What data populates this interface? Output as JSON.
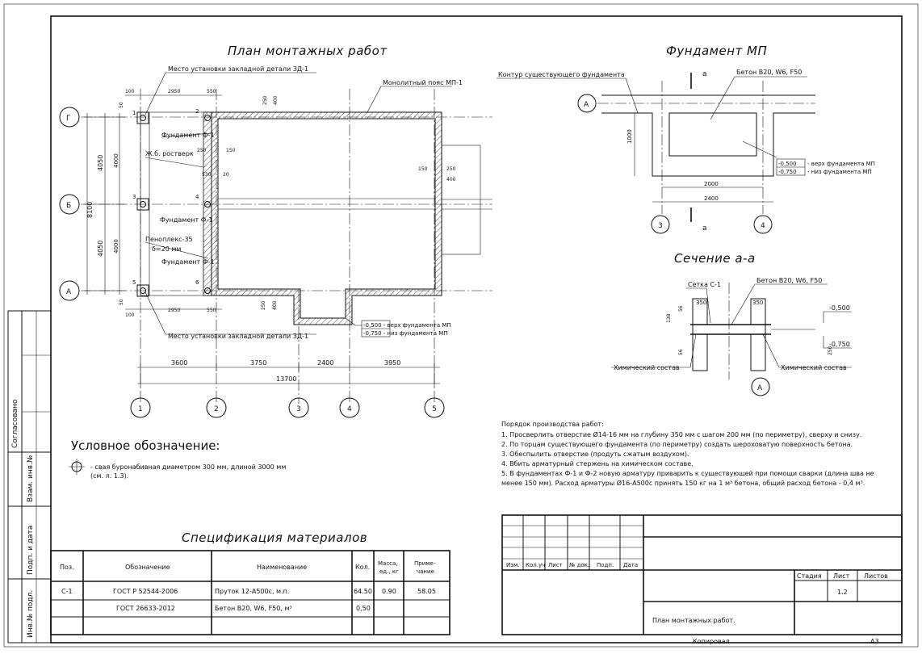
{
  "plan": {
    "title": "План монтажных работ",
    "embed_top": "Место установки закладной детали ЗД-1",
    "embed_bottom": "Место установки закладной детали ЗД-1",
    "belt": "Монолитный пояс МП-1",
    "fund_f1": "Фундамент Ф-1",
    "fund_f2": "Фундамент Ф-1",
    "fund_f3": "Фундамент Ф-1",
    "rostverk": "Ж.б. ростверк",
    "penoplex": "Пеноплекс-35",
    "penoplex_thk": "δ=20 мм",
    "top_note": "-0,500 - верх фундамента МП",
    "bot_note": "-0,750 - низ фундамента МП",
    "axes_letters": [
      "Г",
      "Б",
      "А"
    ],
    "axes_numbers": [
      "1",
      "2",
      "3",
      "4",
      "5"
    ],
    "dims_bottom": [
      "3600",
      "3750",
      "2400",
      "3950"
    ],
    "dim_total": "13700",
    "dims_left": [
      "4050",
      "4050"
    ],
    "dim_left_total": "8100",
    "dims_inner_left": [
      "4000",
      "4000"
    ],
    "small_dims": [
      "100",
      "2950",
      "550",
      "50",
      "250",
      "400",
      "150",
      "250",
      "530",
      "20",
      "50",
      "100",
      "2950",
      "550",
      "150",
      "250",
      "400",
      "250",
      "400"
    ],
    "point_numbers": [
      "1",
      "2",
      "3",
      "4",
      "5",
      "6"
    ]
  },
  "foundation": {
    "title": "Фундамент МП",
    "contour": "Контур существующего фундамента",
    "concrete": "Бетон В20, W6, F50",
    "section_mark": "а",
    "dim_1000": "1000",
    "dim_2000": "2000",
    "dim_2400": "2400",
    "top_val": "-0,500",
    "top_desc": "- верх фундамента МП",
    "bot_val": "-0,750",
    "bot_desc": "- низ фундамента МП",
    "axis_a": "А",
    "axis_3": "3",
    "axis_4": "4"
  },
  "section": {
    "title": "Сечение а-а",
    "mesh": "Сетка С-1",
    "concrete": "Бетон В20, W6, F50",
    "d350a": "350",
    "d350b": "350",
    "d56a": "56",
    "d56b": "56",
    "d138": "138",
    "d250": "250",
    "lvl_top": "-0,500",
    "lvl_bot": "-0,750",
    "chem_left": "Химический состав",
    "chem_right": "Химический состав",
    "axis_a": "А"
  },
  "procedure": {
    "heading": "Порядок производства работ:",
    "lines": [
      "1. Просверлить отверстие Ø14-16 мм на глубину 350 мм с шагом 200 мм (по периметру), сверху и снизу.",
      "2. По торцам существующего фундамента (по периметру) создать шероховатую поверхность бетона.",
      "3. Обеспылить отверстие (продуть сжатым воздухом).",
      "4. Вбить арматурный стержень на химическом составе.",
      "5. В фундаментах Ф-1 и Ф-2 новую арматуру приварить к существующей при помощи сварки (длина шва не",
      "менее 150 мм). Расход арматуры Ø16-А500с принять 150 кг на 1 м³ бетона, общий расход бетона - 0,4 м³."
    ]
  },
  "legend": {
    "title": "Условное обозначение:",
    "text1": "- свая буронабивная диаметром 300 мм, длиной 3000 мм",
    "text2": "(см. л. 1.3)."
  },
  "spec": {
    "title": "Спецификация материалов",
    "headers": [
      "Поз.",
      "Обозначение",
      "Наименование",
      "Кол.",
      "Масса, ед., кг",
      "Приме- чание"
    ],
    "rows": [
      [
        "С-1",
        "ГОСТ Р 52544-2006",
        "Пруток 12-А500с, м.п.",
        "64.50",
        "0.90",
        "58.05"
      ],
      [
        "",
        "ГОСТ 26633-2012",
        "Бетон В20, W6, F50, м³",
        "0,50",
        "",
        ""
      ]
    ]
  },
  "side_stamp": {
    "agreed": "Согласовано",
    "cells": [
      "Взам. инв.№",
      "Подп. и дата",
      "Инв.№ подл."
    ]
  },
  "title_block": {
    "cols": [
      "Изм.",
      "Кол.уч",
      "Лист",
      "№ док.",
      "Подп.",
      "Дата"
    ],
    "stage": "Стадия",
    "sheet": "Лист",
    "sheets": "Листов",
    "sheet_no": "1.2",
    "name": "План монтажных работ.",
    "copied": "Копировал",
    "format": "А3"
  }
}
